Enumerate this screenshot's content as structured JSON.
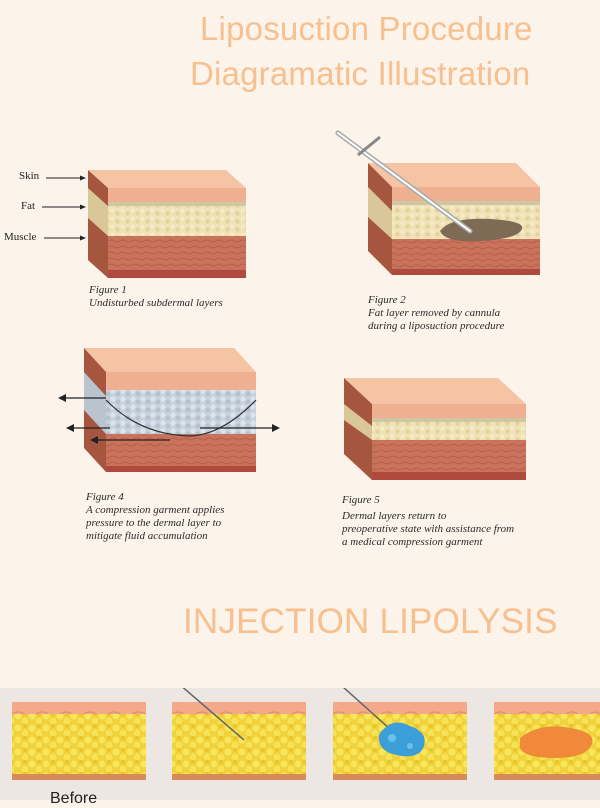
{
  "title": {
    "line1": "Liposuction Procedure",
    "line2": "Diagramatic Illustration"
  },
  "layer_labels": {
    "skin": "Skin",
    "fat": "Fat",
    "muscle": "Muscle"
  },
  "figures": [
    {
      "label": "Figure 1",
      "caption": [
        "Undisturbed subdermal layers"
      ]
    },
    {
      "label": "Figure 2",
      "caption": [
        "Fat layer removed by cannula",
        "during a liposuction procedure"
      ]
    },
    {
      "label": "Figure 4",
      "caption": [
        "A compression garment applies",
        "pressure to the dermal layer to",
        "mitigate fluid accumulation"
      ]
    },
    {
      "label": "Figure 5",
      "caption": [
        "Dermal layers return to",
        "preoperative state with assistance from",
        "a medical compression garment"
      ]
    }
  ],
  "section2": {
    "title": "INJECTION LIPOLYSIS",
    "panels": [
      "before",
      "needle-insertion",
      "injection",
      "fat-dissolved"
    ],
    "bottom_label": "Before"
  },
  "colors": {
    "title": "#f7c08e",
    "skin": "#f0b79a",
    "fat": "#efe0b4",
    "muscle": "#c7705a",
    "lipo_fat": "#f5e14a",
    "background": "#fcf3ea"
  }
}
